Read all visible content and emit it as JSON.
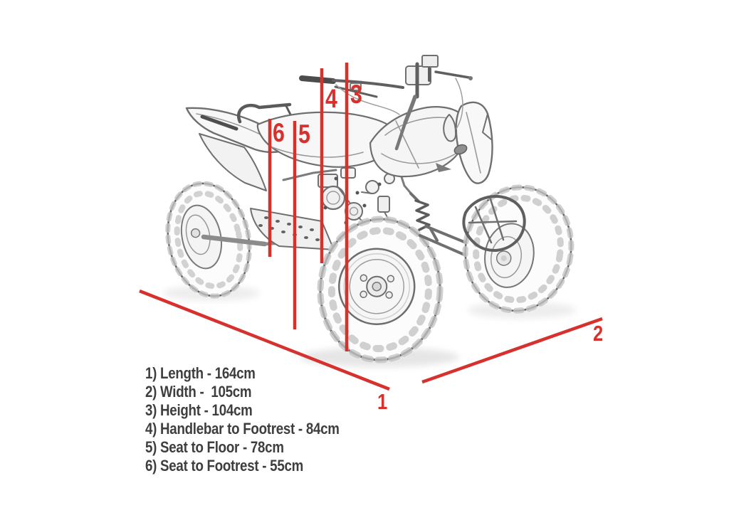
{
  "colors": {
    "background": "#ffffff",
    "accent_red": "#d7312e",
    "text": "#3e3e3e",
    "sketch_line": "#6f6f6f"
  },
  "callouts": [
    {
      "number": "1",
      "refers_to": "Length"
    },
    {
      "number": "2",
      "refers_to": "Width"
    },
    {
      "number": "3",
      "refers_to": "Height"
    },
    {
      "number": "4",
      "refers_to": "Handlebar to Footrest"
    },
    {
      "number": "5",
      "refers_to": "Seat to Floor"
    },
    {
      "number": "6",
      "refers_to": "Seat to Footrest"
    }
  ],
  "specs": {
    "items": [
      {
        "number": "1",
        "name": "Length",
        "value_cm": 164,
        "text": "1) Length - 164cm"
      },
      {
        "number": "2",
        "name": "Width",
        "value_cm": 105,
        "text": "2) Width -  105cm"
      },
      {
        "number": "3",
        "name": "Height",
        "value_cm": 104,
        "text": "3) Height - 104cm"
      },
      {
        "number": "4",
        "name": "Handlebar to Footrest",
        "value_cm": 84,
        "text": "4) Handlebar to Footrest - 84cm"
      },
      {
        "number": "5",
        "name": "Seat to Floor",
        "value_cm": 78,
        "text": "5) Seat to Floor - 78cm"
      },
      {
        "number": "6",
        "name": "Seat to Footrest",
        "value_cm": 55,
        "text": "6) Seat to Footrest - 55cm"
      }
    ]
  }
}
